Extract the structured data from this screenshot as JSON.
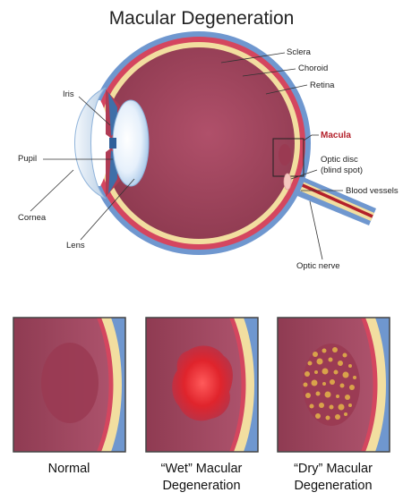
{
  "title": "Macular Degeneration",
  "labels": {
    "sclera": "Sclera",
    "choroid": "Choroid",
    "retina": "Retina",
    "macula": "Macula",
    "optic_disc_1": "Optic disc",
    "optic_disc_2": "(blind spot)",
    "blood_vessels": "Blood vessels",
    "optic_nerve": "Optic nerve",
    "iris": "Iris",
    "pupil": "Pupil",
    "cornea": "Cornea",
    "lens": "Lens"
  },
  "captions": {
    "normal": "Normal",
    "wet_1": "“Wet” Macular",
    "wet_2": "Degeneration",
    "dry_1": "“Dry” Macular",
    "dry_2": "Degeneration"
  },
  "colors": {
    "sclera": "#6f97cf",
    "choroid": "#d4465f",
    "retina": "#f2dea0",
    "vitreous": "#a8485f",
    "macula_label": "#b3202a",
    "wet_lesion": "#e0242c",
    "dry_spots": "#d9a24a"
  }
}
